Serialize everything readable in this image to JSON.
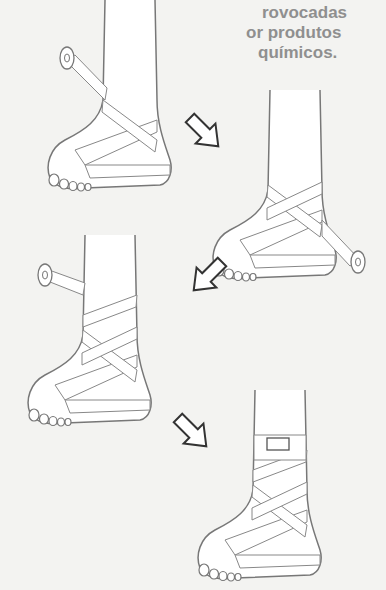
{
  "diagram": {
    "labels": [
      "rovocadas",
      "or produtos",
      "químicos."
    ]
  }
}
